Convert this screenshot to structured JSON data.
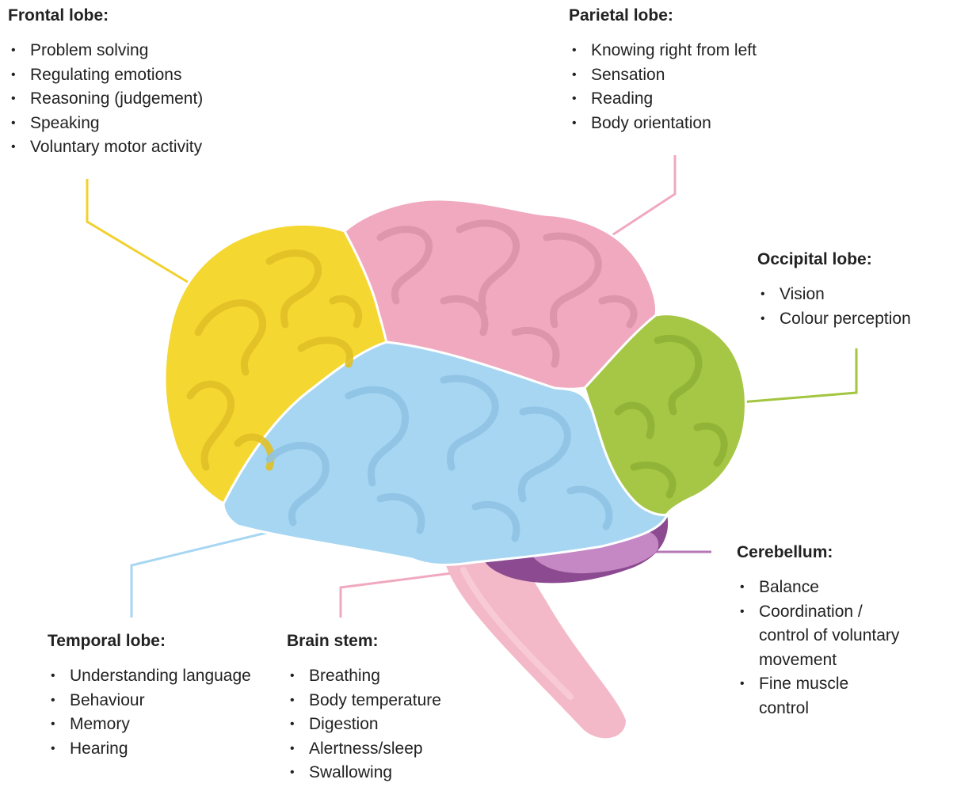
{
  "lobes": {
    "frontal": {
      "title": "Frontal lobe:",
      "items": [
        "Problem solving",
        "Regulating emotions",
        "Reasoning (judgement)",
        "Speaking",
        "Voluntary motor activity"
      ]
    },
    "parietal": {
      "title": "Parietal lobe:",
      "items": [
        "Knowing right from left",
        "Sensation",
        "Reading",
        "Body orientation"
      ]
    },
    "occipital": {
      "title": "Occipital lobe:",
      "items": [
        "Vision",
        "Colour perception"
      ]
    },
    "cerebellum": {
      "title": "Cerebellum:",
      "items": [
        "Balance",
        "Coordination / control of voluntary movement",
        "Fine muscle control"
      ]
    },
    "temporal": {
      "title": "Temporal lobe:",
      "items": [
        "Understanding language",
        "Behaviour",
        "Memory",
        "Hearing"
      ]
    },
    "stem": {
      "title": "Brain stem:",
      "items": [
        "Breathing",
        "Body temperature",
        "Digestion",
        "Alertness/sleep",
        "Swallowing"
      ]
    }
  },
  "colors": {
    "frontal": "#f5d731",
    "parietal": "#f0a9bf",
    "occipital": "#a5c745",
    "temporal": "#a7d6f2",
    "cerebellum": "#b677b7",
    "stem": "#f4b9c8"
  }
}
